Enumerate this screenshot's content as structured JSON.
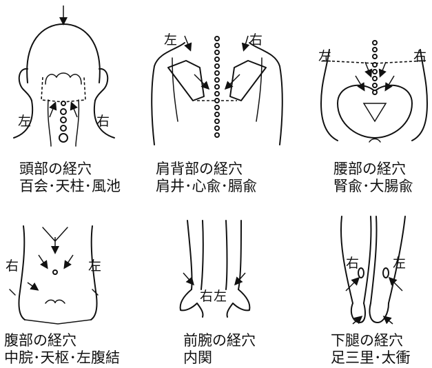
{
  "panels": [
    {
      "key": "head",
      "title": "頭部の経穴",
      "points": "百会･天柱･風池",
      "left_label": "左",
      "right_label": "右"
    },
    {
      "key": "shoulder",
      "title": "肩背部の経穴",
      "points": "肩井･心兪･膈兪",
      "left_label": "左",
      "right_label": "右"
    },
    {
      "key": "waist",
      "title": "腰部の経穴",
      "points": "腎兪･大腸兪",
      "left_label": "左",
      "right_label": "右"
    },
    {
      "key": "abdomen",
      "title": "腹部の経穴",
      "points": "中脘･天枢･左腹結",
      "left_label": "右",
      "right_label": "左"
    },
    {
      "key": "forearm",
      "title": "前腕の経穴",
      "points": "内関",
      "left_label": "右",
      "right_label": "左"
    },
    {
      "key": "lowerleg",
      "title": "下腿の経穴",
      "points": "足三里･太衝",
      "left_label": "右",
      "right_label": "左"
    }
  ]
}
